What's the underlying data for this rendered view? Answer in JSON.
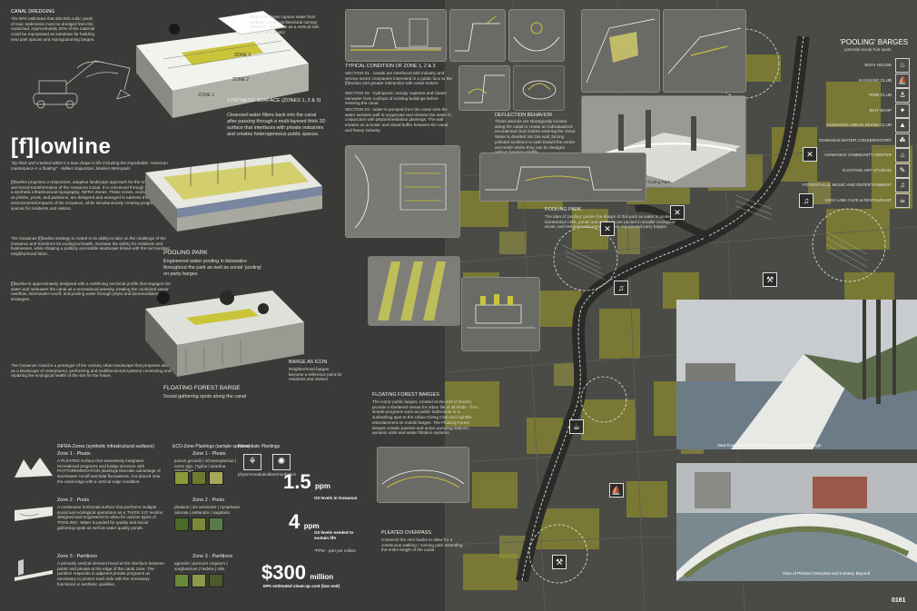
{
  "canal": {
    "heading": "CANAL DREDGING",
    "text": "The EPA estimates that 200,000 cubic yards of toxic sediments must be dredged from the canal bed. Approximately 50% of the material could be repurposed as substrate for building new park spaces and reprogramming barges."
  },
  "project": {
    "title": "[f]lowline",
    "quote": "\"By thick and cracked within it a new shape in life including the improbable. American masterpiece is a floating\" - Willem Sapuntzer, Modern Metropolis",
    "p1": "[f]lowline proposes a responsive, adaptive landscape approach for the environmental and social transformation of the Gowanus Canal. It is conceived through the creation of a synthetic infrastructural topography, INFRA-Zones. These zones, ecologically stated as plinths, pools, and partitions, are designed and arranged to address the site wide environmental impacts of the Gowanus, while simultaneously creating programmed spaces for residents and visitors.",
    "p2": "The Gowanus [f]lowline strategy is rooted in its ability to take on the challenge of the Gowanus and transform its ecological health, increase the safety for residents and businesses, while shaping a publicly accessible landscape linked with the surrounding neighborhood fabric.",
    "p3": "[f]lowline is approximately designed with a redefining sectional profile that engages the water and resituates the canal as a recreational amenity, treating the combined sewer overflow, stormwater runoff, and pooling water through phyto and bioremediation strategies.",
    "p4": "The Gowanus Canal is a prototype of the century urban landscape that proposes ideas as a landscape of restructured, performing and multifunctional systems connecting and repairing the ecological health of the site for the future."
  },
  "zone_top": {
    "label1": "SYNTHETIC SURFACE (ZONES 1, 2 & 3)",
    "text1": "Cleansed water filters back into the canal after passing through a multi-layered thick 3D surface that interfaces with private industries and creates heterogeneous public spaces.",
    "label2": "Zone 3 surfaces capture water from rooftops, create architectural canopy elements, and serve as a vertical sink surface for industry",
    "zone3": "ZONE 3",
    "zone2": "ZONE 2",
    "zone1": "ZONE 1"
  },
  "typical": {
    "title": "TYPICAL CONDITION OF ZONE 1, 2 & 3",
    "s1": "SECTION 01 - canals are interfaced with industry and service sector companies interested in a public face to the [f]lowline and greater interaction with canal visitors",
    "s2": "SECTION 02 - hydroponic canopy captures and cleans rainwater from rooftops of existing buildings before entering the canal",
    "s3": "SECTION 03 - water is pumped from the canal onto the water aeration wall to oxygenate and cleanse the water in conjunction with phytoremediation plantings. The wall creates an acoustic and visual buffer between the canal and heavy industry."
  },
  "deflection": {
    "title": "DEFLECTION BEHAVIOR",
    "text": "These devices are strategically located along the canal to create an individualized recreational room before entering the canal. Water is diverted into the wall, forcing polluted sediment to swirl toward the center and settle where they can be dredged without harming wildlife."
  },
  "barges": {
    "title": "'POOLING' BARGES",
    "subtitle": "potential social hub spots",
    "items": [
      {
        "label": "BATH HOUSE",
        "icon": "♨"
      },
      {
        "label": "KAYAKING CLUB",
        "icon": "⛵"
      },
      {
        "label": "ROW CLUB",
        "icon": "⚓"
      },
      {
        "label": "BAIT SHOP",
        "icon": "✦"
      },
      {
        "label": "GOWANUS URBAN DIVING CLUB",
        "icon": "▲"
      },
      {
        "label": "GOWANUS WATER CONSERVATORY",
        "icon": "☘"
      },
      {
        "label": "GOWANUS COMMUNITY CENTER",
        "icon": "⌂"
      },
      {
        "label": "FLOATING ART STUDIOS",
        "icon": "✎"
      },
      {
        "label": "FOODSTALLS, MUSIC AND ENTERTAINMENT",
        "icon": "♫"
      },
      {
        "label": "HIGH LINE CAFE & RESTAURANT",
        "icon": "☕"
      }
    ]
  },
  "pooling": {
    "label": "POOLING PARK",
    "text": "Engineered water pooling in bioswales throughout the park as well as social 'pooling' on party barges",
    "park_title": "POOLING PARK",
    "park_text": "The idea of 'pooling' guides the design of this park as water is pooled into bioretention cells, ponds and wetlands are pooled in smaller ecological areas, and residents and visitors pool on repurposed party barges."
  },
  "barge": {
    "title": "BARGE AS ICON",
    "text": "Neighborhood barges become a reference point for residents and visitors"
  },
  "forest": {
    "label": "FLOATING FOREST BARGE",
    "text": "Social gathering spots along the canal",
    "title": "FLOATING FOREST BARGES",
    "body": "The iconic public barges, located at the end of streets, provide a sheltered retreat for urban life of all kinds - from simple programs such as public bathrooms or a sunbathing spot to the Urban Diving Club and nightlife entertainment on mobile barges. The Floating Forest Barges contain passive and active pumping stations, aeration units and water filtration systems."
  },
  "render_caption": "New trees Pleated Canopy at Floating Park",
  "overpass": {
    "title": "PLEATED OVERPASS",
    "text": "Connects the river banks to allow for a continuous walking / running path extending the entire length of the canal."
  },
  "captions": {
    "view1": "View from Pleated Zone looking at Kayaking Club Barge",
    "view2": "View of Pleated Overpass and Industry Beyond"
  },
  "legend": {
    "infra_title": "INFRA-Zones (synthetic infrastructural surfaces)",
    "eco_title": "ECO-Zone Plantings (sample species)",
    "remed_title": "Remediate Plantings",
    "phyto": "phytoremediation",
    "bio": "bioremediation",
    "zones": [
      {
        "name": "Zone 1 - Pleats",
        "text": "A PLEATED surface that seamlessly integrates recreational programs and bridge structure with PHYTOREMEDIATION plantings that take advantage of stormwater runoff and tidal fluctuations. It is placed near the canal edge with a vertical edge condition.",
        "eco": "Zone 1 - Pleats",
        "species": "juncus gerardii | schoenoplectus | carex spp. | typha | spartina alterniflora"
      },
      {
        "name": "Zone 2 - Pools",
        "text": "A continuous horizontal surface that performs multiple social and ecological operations as a 'THICK 3-D' section designed and engineered to allow for various types of 'POOLING'. Water is pooled for quality and social gathering spots as well as water quality ponds.",
        "eco": "Zone 2 - Pools",
        "species": "phalaris | iris versicolor | nymphaea odorata | peltandra | sagittaria"
      },
      {
        "name": "Zone 3 - Partitions",
        "text": "A primarily vertical element found at the interface between public and private at the edge of the canal zone. The partition responds to adjacent private programs as necessary to protect each side with the necessary functional or aesthetic qualities.",
        "eco": "Zone 3 - Partitions",
        "species": "agrostis | panicum virgatum | sorghastrum | hedera | vitis"
      }
    ]
  },
  "stats": {
    "s1_value": "1.5",
    "s1_unit": "ppm",
    "s1_label": "O2 levels in Gowanus",
    "s2_value": "4",
    "s2_unit": "ppm",
    "s2_label": "O2 levels needed to sustain life",
    "s2_note": "*PPM - part per million",
    "s3_value": "$300",
    "s3_unit": "million",
    "s3_label": "EPA estimated clean-up cost (low end)"
  },
  "page_number": "0161",
  "colors": {
    "background": "#3a3a38",
    "accent_yellow": "#c9c43a",
    "map_olive": "#8a8838",
    "panel_grey": "#6a6a66"
  }
}
